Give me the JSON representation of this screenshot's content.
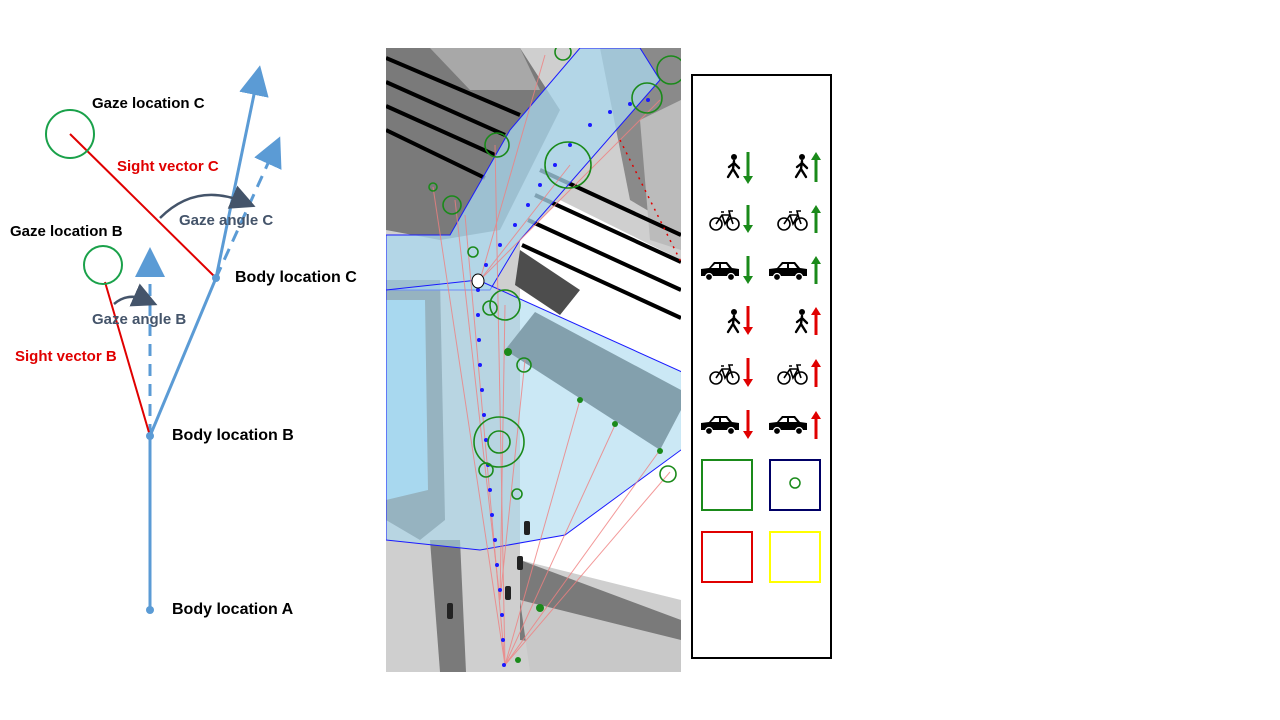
{
  "diagram": {
    "labels": {
      "gaze_location_c": "Gaze location C",
      "sight_vector_c": "Sight vector C",
      "gaze_angle_c": "Gaze angle C",
      "gaze_location_b": "Gaze location B",
      "body_location_c": "Body location C",
      "gaze_angle_b": "Gaze angle B",
      "sight_vector_b": "Sight vector B",
      "body_location_b": "Body location B",
      "body_location_a": "Body location A"
    },
    "colors": {
      "path": "#5b9bd5",
      "sight": "#e00000",
      "gaze_circle": "#1aa14a",
      "angle_arrow": "#44546a"
    }
  },
  "map": {
    "colors": {
      "road_dark": "#7a7a7a",
      "road_light": "#c8c8c8",
      "building": "#4d4d4d",
      "view_cone": "#a9d8ef",
      "trajectory": "#1a1aff",
      "sight_line": "#f08080",
      "gaze": "#1a8a1a"
    }
  },
  "legend": {
    "rows": [
      {
        "color": "green",
        "icons": [
          "pedestrian-down",
          "pedestrian-up"
        ]
      },
      {
        "color": "green",
        "icons": [
          "bicycle-down",
          "bicycle-up"
        ]
      },
      {
        "color": "green",
        "icons": [
          "car-down",
          "car-up"
        ]
      },
      {
        "color": "red",
        "icons": [
          "pedestrian-down",
          "pedestrian-up"
        ]
      },
      {
        "color": "red",
        "icons": [
          "bicycle-down",
          "bicycle-up"
        ]
      },
      {
        "color": "red",
        "icons": [
          "car-down",
          "car-up"
        ]
      }
    ],
    "boxes": [
      "#1a8a1a",
      "#000066",
      "#e00000",
      "#ffff00"
    ]
  }
}
